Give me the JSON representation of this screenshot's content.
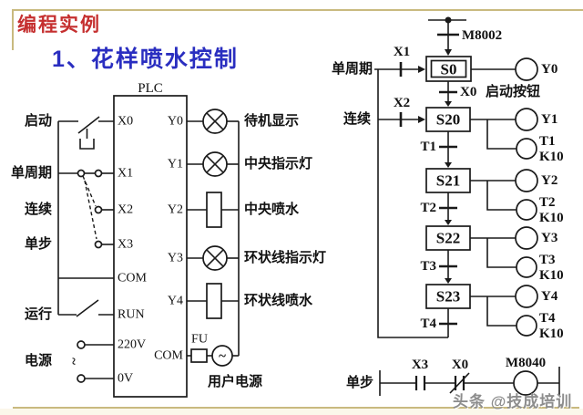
{
  "header": {
    "title": "编程实例",
    "subtitle": "1、花样喷水控制"
  },
  "colors": {
    "accent_red": "#c52f2f",
    "accent_blue": "#2a2ec0",
    "frame_tan": "#c9ba7f",
    "line": "#1a1a1a"
  },
  "plc": {
    "label": "PLC",
    "left_labels": {
      "start": "启动",
      "single_cycle": "单周期",
      "continuous": "连续",
      "single_step": "单步",
      "run": "运行",
      "power": "电源"
    },
    "input_terminals": [
      "X0",
      "X1",
      "X2",
      "X3",
      "COM",
      "RUN",
      "220V",
      "0V"
    ],
    "output_terminals": [
      "Y0",
      "Y1",
      "Y2",
      "Y3",
      "Y4",
      "COM"
    ],
    "output_labels": [
      "待机显示",
      "中央指示灯",
      "中央喷水",
      "环状线指示灯",
      "环状线喷水"
    ],
    "fuse": "FU",
    "ac_symbol": "~",
    "user_power": "用户电源"
  },
  "sfc": {
    "power_on_transition": "M8002",
    "initial_state": "S0",
    "initial_output": "Y0",
    "single_cycle": {
      "label": "单周期",
      "transition": "X1"
    },
    "continuous": {
      "label": "连续",
      "transition": "X2"
    },
    "start": {
      "transition": "X0",
      "note": "启动按钮"
    },
    "steps": [
      {
        "state": "S20",
        "output": "Y1",
        "timer": "T1",
        "preset": "K10",
        "exit": "T1"
      },
      {
        "state": "S21",
        "output": "Y2",
        "timer": "T2",
        "preset": "K10",
        "exit": "T2"
      },
      {
        "state": "S22",
        "output": "Y3",
        "timer": "T3",
        "preset": "K10",
        "exit": "T3"
      },
      {
        "state": "S23",
        "output": "Y4",
        "timer": "T4",
        "preset": "K10",
        "exit": "T4"
      }
    ],
    "step_rung": {
      "label": "单步",
      "no_contact": "X3",
      "nc_contact": "X0",
      "coil": "M8040"
    }
  },
  "watermark": "头条 @技成培训"
}
